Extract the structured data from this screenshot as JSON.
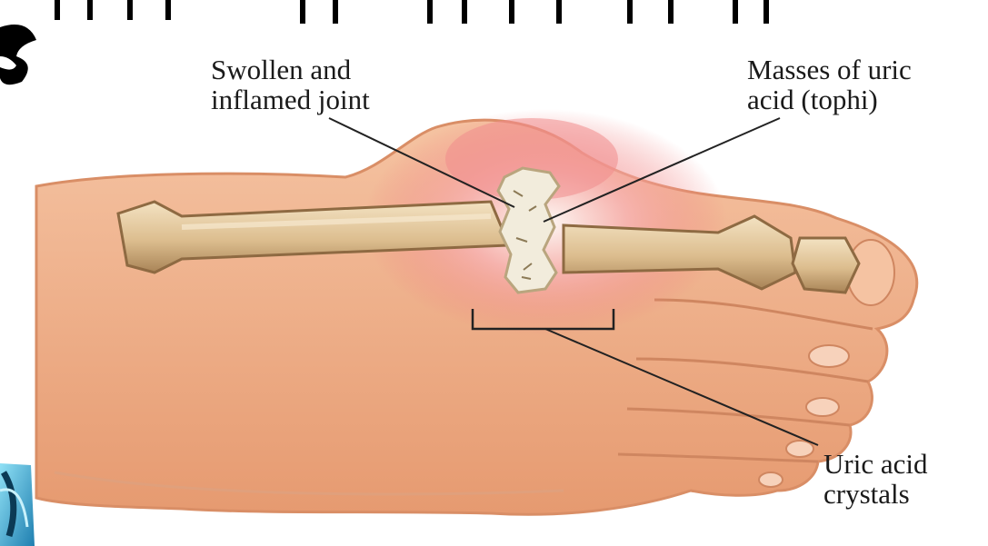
{
  "labels": {
    "swollen_joint": [
      "Swollen and",
      "inflamed joint"
    ],
    "tophi": [
      "Masses of uric",
      "acid (tophi)"
    ],
    "crystals": [
      "Uric acid",
      "crystals"
    ]
  },
  "colors": {
    "skin": "#f2b48f",
    "skin_shadow": "#d98e66",
    "bone": "#e8cfa6",
    "bone_shadow": "#b08a5c",
    "inflammation": "#f07a7a",
    "tophi": "#f2ecdc",
    "leader_line": "#222222",
    "slide_heading": "#000000",
    "slide_accent": "#34a9d8"
  }
}
